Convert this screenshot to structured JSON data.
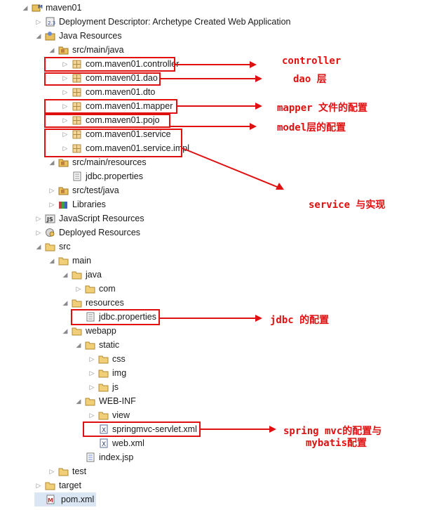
{
  "tree": [
    {
      "label": "maven01",
      "level": 0,
      "toggle": "open",
      "icon": "maven-project-icon"
    },
    {
      "label": "Deployment Descriptor: Archetype Created Web Application",
      "level": 1,
      "toggle": "closed",
      "icon": "deployment-descriptor-icon"
    },
    {
      "label": "Java Resources",
      "level": 1,
      "toggle": "open",
      "icon": "java-resources-icon"
    },
    {
      "label": "src/main/java",
      "level": 2,
      "toggle": "open",
      "icon": "source-folder-icon"
    },
    {
      "label": "com.maven01.controller",
      "level": 3,
      "toggle": "closed",
      "icon": "package-icon"
    },
    {
      "label": "com.maven01.dao",
      "level": 3,
      "toggle": "closed",
      "icon": "package-icon"
    },
    {
      "label": "com.maven01.dto",
      "level": 3,
      "toggle": "closed",
      "icon": "package-icon"
    },
    {
      "label": "com.maven01.mapper",
      "level": 3,
      "toggle": "closed",
      "icon": "package-icon"
    },
    {
      "label": "com.maven01.pojo",
      "level": 3,
      "toggle": "closed",
      "icon": "package-icon"
    },
    {
      "label": "com.maven01.service",
      "level": 3,
      "toggle": "closed",
      "icon": "package-icon"
    },
    {
      "label": "com.maven01.service.impl",
      "level": 3,
      "toggle": "closed",
      "icon": "package-icon"
    },
    {
      "label": "src/main/resources",
      "level": 2,
      "toggle": "open",
      "icon": "source-folder-icon"
    },
    {
      "label": "jdbc.properties",
      "level": 3,
      "toggle": "none",
      "icon": "properties-file-icon"
    },
    {
      "label": "src/test/java",
      "level": 2,
      "toggle": "closed",
      "icon": "source-folder-icon"
    },
    {
      "label": "Libraries",
      "level": 2,
      "toggle": "closed",
      "icon": "libraries-icon"
    },
    {
      "label": "JavaScript Resources",
      "level": 1,
      "toggle": "closed",
      "icon": "javascript-resources-icon"
    },
    {
      "label": "Deployed Resources",
      "level": 1,
      "toggle": "closed",
      "icon": "deployed-resources-icon"
    },
    {
      "label": "src",
      "level": 1,
      "toggle": "open",
      "icon": "folder-icon"
    },
    {
      "label": "main",
      "level": 2,
      "toggle": "open",
      "icon": "folder-icon"
    },
    {
      "label": "java",
      "level": 3,
      "toggle": "open",
      "icon": "folder-icon"
    },
    {
      "label": "com",
      "level": 4,
      "toggle": "closed",
      "icon": "folder-icon"
    },
    {
      "label": "resources",
      "level": 3,
      "toggle": "open",
      "icon": "folder-icon"
    },
    {
      "label": "jdbc.properties",
      "level": 4,
      "toggle": "none",
      "icon": "properties-file-icon"
    },
    {
      "label": "webapp",
      "level": 3,
      "toggle": "open",
      "icon": "folder-icon"
    },
    {
      "label": "static",
      "level": 4,
      "toggle": "open",
      "icon": "folder-icon"
    },
    {
      "label": "css",
      "level": 5,
      "toggle": "closed",
      "icon": "folder-icon"
    },
    {
      "label": "img",
      "level": 5,
      "toggle": "closed",
      "icon": "folder-icon"
    },
    {
      "label": "js",
      "level": 5,
      "toggle": "closed",
      "icon": "folder-icon"
    },
    {
      "label": "WEB-INF",
      "level": 4,
      "toggle": "open",
      "icon": "folder-icon"
    },
    {
      "label": "view",
      "level": 5,
      "toggle": "closed",
      "icon": "folder-icon"
    },
    {
      "label": "springmvc-servlet.xml",
      "level": 5,
      "toggle": "none",
      "icon": "xml-file-icon"
    },
    {
      "label": "web.xml",
      "level": 5,
      "toggle": "none",
      "icon": "xml-file-icon"
    },
    {
      "label": "index.jsp",
      "level": 4,
      "toggle": "none",
      "icon": "jsp-file-icon"
    },
    {
      "label": "test",
      "level": 2,
      "toggle": "closed",
      "icon": "folder-icon"
    },
    {
      "label": "target",
      "level": 1,
      "toggle": "closed",
      "icon": "folder-icon"
    },
    {
      "label": "pom.xml",
      "level": 1,
      "toggle": "none",
      "icon": "maven-pom-icon",
      "selected": true
    }
  ],
  "annotations": {
    "controller": "controller",
    "dao": "dao 层",
    "mapper": "mapper 文件的配置",
    "model": "model层的配置",
    "service": "service 与实现",
    "jdbc": "jdbc 的配置",
    "spring_line1": "spring mvc的配置与",
    "spring_line2": "mybatis配置"
  },
  "colors": {
    "annotation": "#e01010",
    "selection": "#dbe6f5",
    "folder": "#e8c060",
    "package": "#c49a42"
  }
}
